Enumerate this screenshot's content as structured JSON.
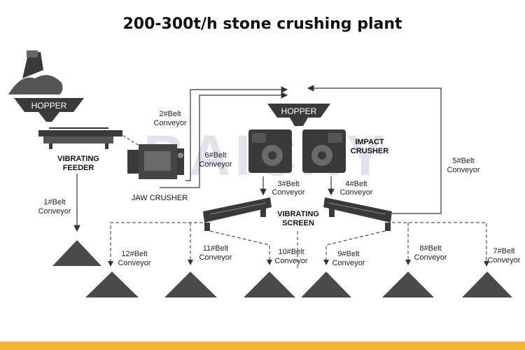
{
  "title": "200-300t/h stone crushing plant",
  "watermark_text": "BAICHY",
  "colors": {
    "machine_dark": "#3a3a3a",
    "stone_pile": "#4a4a4a",
    "line": "#333333",
    "watermark": "#c7cbe0",
    "bottom_bar": "#f2b33a"
  },
  "equipment": {
    "hopper_primary": "HOPPER",
    "hopper_secondary": "HOPPER",
    "vibrating_feeder": [
      "VIBRATING",
      "FEEDER"
    ],
    "jaw_crusher": "JAW CRUSHER",
    "impact_crusher": [
      "IMPACT",
      "CRUSHER"
    ],
    "vibrating_screen": [
      "VIBRATING",
      "SCREEN"
    ]
  },
  "conveyors": {
    "c1": [
      "1#Belt",
      "Conveyor"
    ],
    "c2": [
      "2#Belt",
      "Conveyor"
    ],
    "c3": [
      "3#Belt",
      "Conveyor"
    ],
    "c4": [
      "4#Belt",
      "Conveyor"
    ],
    "c5": [
      "5#Belt",
      "Conveyor"
    ],
    "c6": [
      "6#Belt",
      "Conveyor"
    ],
    "c7": [
      "7#Belt",
      "Conveyor"
    ],
    "c8": [
      "8#Belt",
      "Conveyor"
    ],
    "c9": [
      "9#Belt",
      "Conveyor"
    ],
    "c10": [
      "10#Belt",
      "Conveyor"
    ],
    "c11": [
      "11#Belt",
      "Conveyor"
    ],
    "c12": [
      "12#Belt",
      "Conveyor"
    ]
  }
}
